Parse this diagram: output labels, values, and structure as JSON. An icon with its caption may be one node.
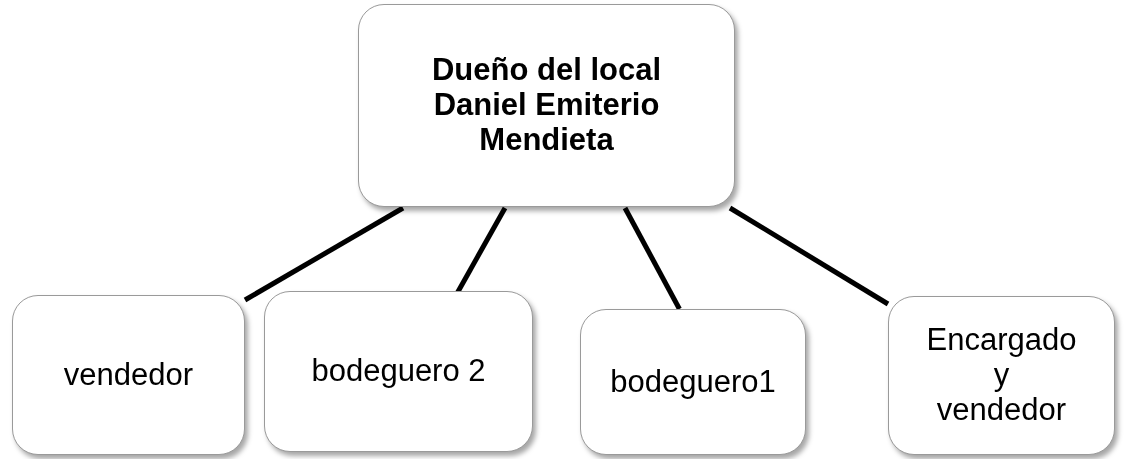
{
  "diagram": {
    "nodes": [
      {
        "text": [
          "Dueño del local Daniel Emiterio Mendieta"
        ]
      },
      {
        "text": [
          "vendedor"
        ]
      },
      {
        "text": [
          "bodeguero 2"
        ]
      },
      {
        "text": [
          "bodeguero1"
        ]
      },
      {
        "text": [
          "Encargado y vendedor"
        ]
      }
    ],
    "edges": [
      {
        "from": 0,
        "to": 1,
        "arrow": "none"
      },
      {
        "from": 0,
        "to": 2,
        "arrow": "none"
      },
      {
        "from": 0,
        "to": 3,
        "arrow": "none"
      },
      {
        "from": 0,
        "to": 4,
        "arrow": "none"
      }
    ]
  }
}
